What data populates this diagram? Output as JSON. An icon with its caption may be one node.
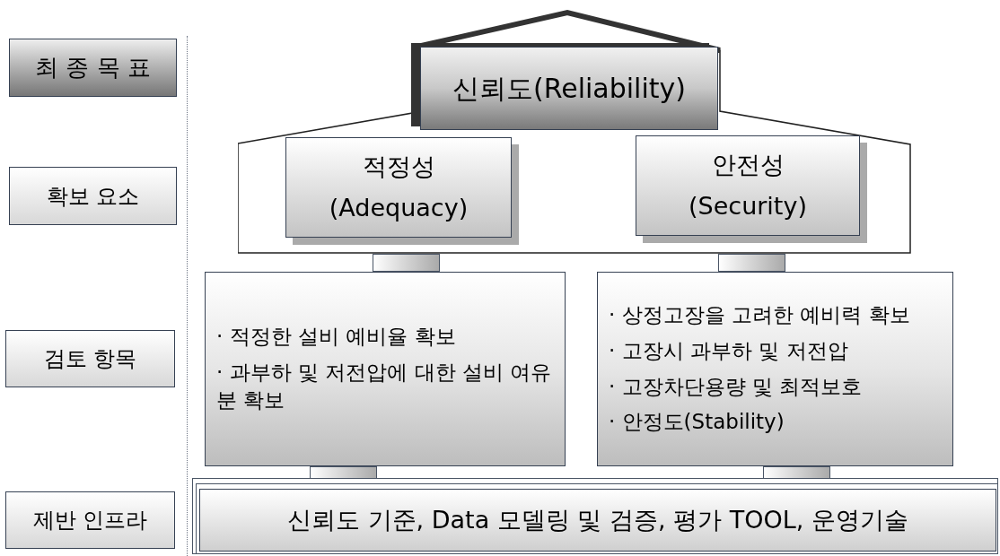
{
  "diagram": {
    "nodes": [
      {
        "text": [
          "최 종 목 표"
        ]
      },
      {
        "text": [
          "확보 요소"
        ]
      },
      {
        "text": [
          "검토 항목"
        ]
      },
      {
        "text": [
          "제반 인프라"
        ]
      },
      {
        "text": [],
        "shape": "house"
      },
      {
        "text": [
          "신뢰도(Reliability)"
        ],
        "in": 4
      },
      {
        "text": [
          "적정성",
          "(Adequacy)"
        ],
        "in": 4
      },
      {
        "text": [
          "안전성",
          "(Security)"
        ],
        "in": 4
      },
      {
        "text": [],
        "shape": "bar"
      },
      {
        "text": [],
        "shape": "bar"
      },
      {
        "text": [
          "· 적정한 설비 예비율 확보",
          "· 과부하 및 저전압에 대한 설비 여유분 확보"
        ]
      },
      {
        "text": [
          "· 상정고장을 고려한 예비력 확보",
          "· 고장시 과부하 및 저전압",
          "· 고장차단용량 및 최적보호",
          "· 안정도(Stability)"
        ]
      },
      {
        "text": [],
        "shape": "bar"
      },
      {
        "text": [],
        "shape": "bar"
      },
      {
        "text": [
          "신뢰도 기준, Data 모델링 및 검증, 평가 TOOL, 운영기술"
        ]
      }
    ]
  }
}
